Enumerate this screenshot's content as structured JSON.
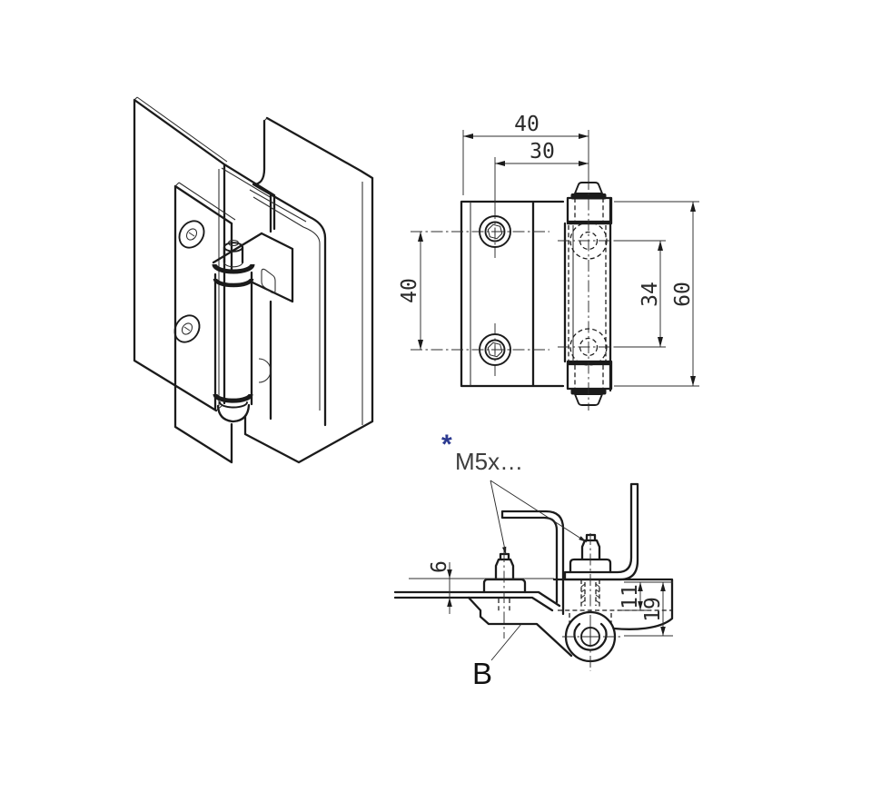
{
  "drawing": {
    "type": "hinge-technical-drawing",
    "colors": {
      "background": "#ffffff",
      "line": "#1b1b1b",
      "dim_text": "#2a2a2a",
      "label_text": "#3d3d3d",
      "accent_blue": "#2b3990"
    },
    "front_view": {
      "dim_width_top": "40",
      "dim_width_inner": "30",
      "dim_screw_spacing": "40",
      "dim_pin_spacing": "34",
      "dim_height": "60"
    },
    "section_view": {
      "dim_offset": "6",
      "dim_thread_depth": "11",
      "dim_axis_distance": "19",
      "asterisk": "*",
      "thread_label": "M5x…",
      "part_label": "B"
    }
  }
}
